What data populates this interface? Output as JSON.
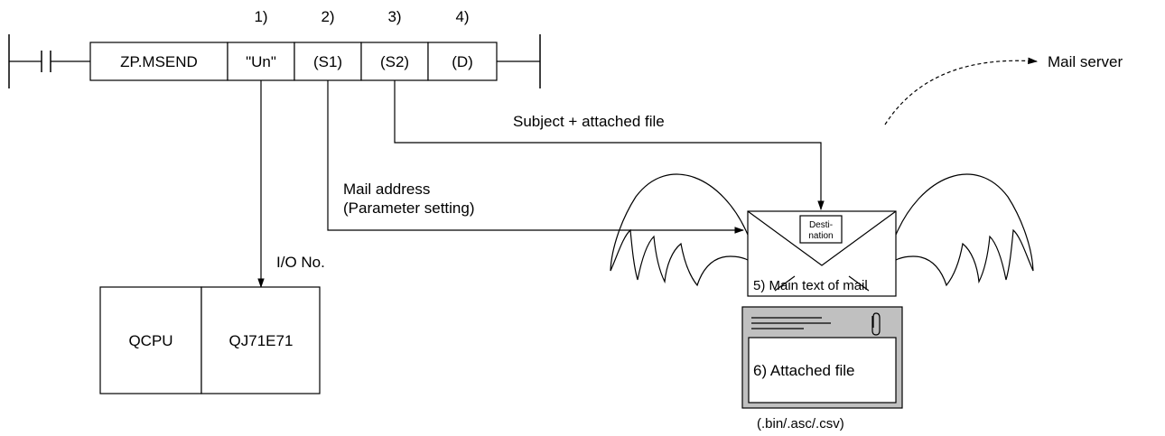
{
  "instruction": {
    "name": "ZP.MSEND",
    "operands": [
      "\"Un\"",
      "(S1)",
      "(S2)",
      "(D)"
    ],
    "operand_numbers": [
      "1)",
      "2)",
      "3)",
      "4)"
    ]
  },
  "labels": {
    "subject_attached": "Subject + attached file",
    "mail_address_line1": "Mail address",
    "mail_address_line2": "(Parameter setting)",
    "io_no": "I/O No.",
    "mail_server": "Mail server",
    "file_types": "(.bin/.asc/.csv)"
  },
  "modules": {
    "cpu": "QCPU",
    "ethernet": "QJ71E71"
  },
  "envelope": {
    "destination_line1": "Desti-",
    "destination_line2": "nation",
    "main_text": "5) Main text of mail"
  },
  "attachment": {
    "label": "6) Attached file"
  },
  "icons": [
    "contact-icon",
    "paperclip-icon",
    "wing-icon",
    "envelope-icon"
  ]
}
